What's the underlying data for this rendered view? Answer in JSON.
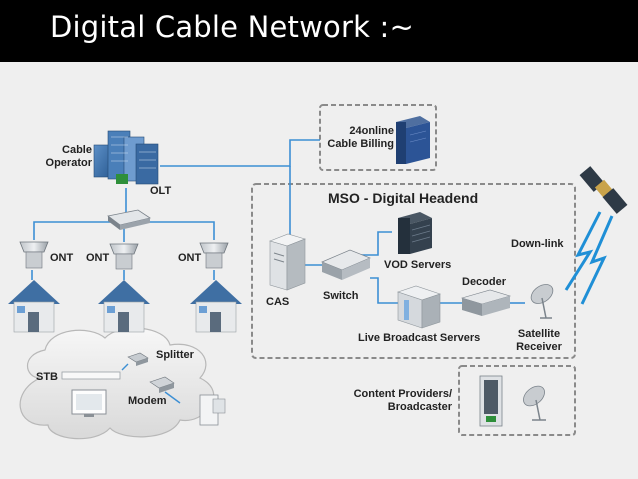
{
  "title": "Digital Cable Network :~",
  "labels": {
    "cable_operator_line1": "Cable",
    "cable_operator_line2": "Operator",
    "olt": "OLT",
    "ont_1": "ONT",
    "ont_2": "ONT",
    "ont_3": "ONT",
    "billing_line1": "24online",
    "billing_line2": "Cable Billing",
    "headend_title": "MSO - Digital Headend",
    "down_link": "Down-link",
    "vod_servers": "VOD Servers",
    "decoder": "Decoder",
    "cas": "CAS",
    "switch": "Switch",
    "live_broadcast_servers": "Live Broadcast Servers",
    "satellite_line1": "Satellite",
    "satellite_line2": "Receiver",
    "splitter": "Splitter",
    "stb": "STB",
    "modem": "Modem",
    "content_line1": "Content Providers/",
    "content_line2": "Broadcaster"
  },
  "colors": {
    "link": "#3c8fd4",
    "dashed_box": "#8a8a8a",
    "building": "#3c6fa8",
    "house_roof": "#3f6fa3",
    "server_dark": "#2f3b48",
    "lightning": "#1f8fd6"
  }
}
